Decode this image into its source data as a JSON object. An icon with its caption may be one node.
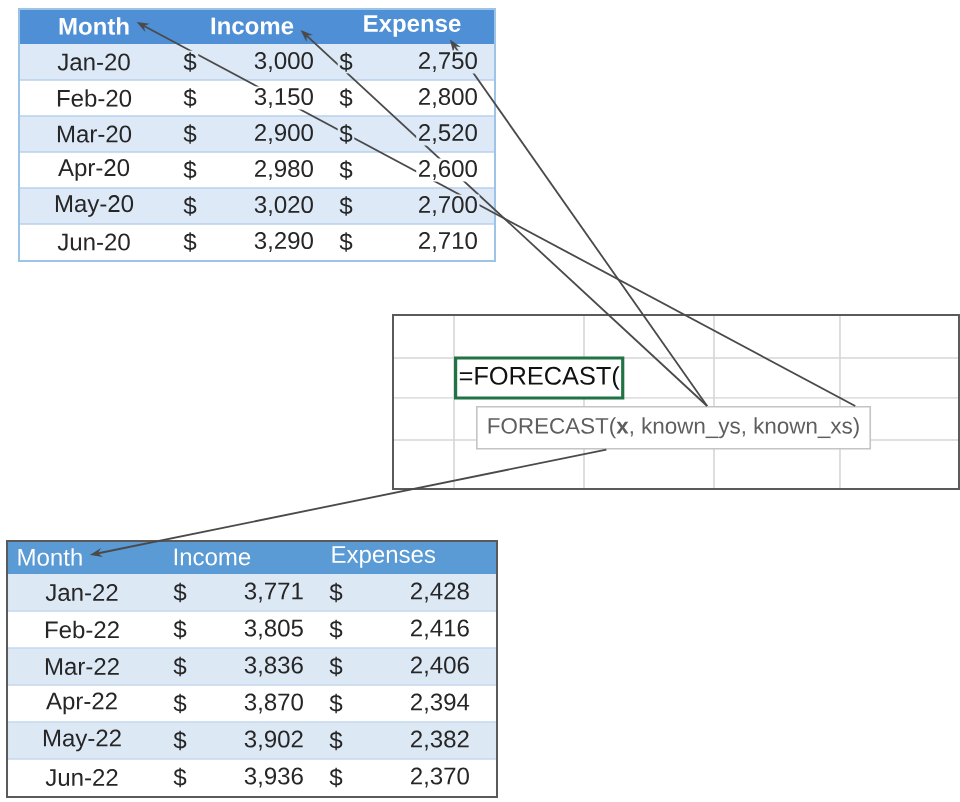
{
  "diagram": {
    "nodes": [
      {
        "text": [],
        "shape": "box"
      },
      {
        "text": [
          "Month"
        ],
        "in": 0
      },
      {
        "text": [
          "Income"
        ],
        "in": 0
      },
      {
        "text": [
          "Expense"
        ],
        "in": 0
      },
      {
        "text": [],
        "shape": "box"
      },
      {
        "text": [
          "=FORECAST("
        ],
        "in": 4
      },
      {
        "text": [
          "FORECAST(**x**, known_ys, known_xs)"
        ],
        "in": 4
      },
      {
        "text": [],
        "shape": "box"
      },
      {
        "text": [
          "Month"
        ],
        "in": 7
      },
      {
        "text": [
          "Income"
        ],
        "in": 7
      },
      {
        "text": [
          "Expenses"
        ],
        "in": 7
      }
    ],
    "edges": [
      {
        "from": 6,
        "to": 1,
        "arrow": "to"
      },
      {
        "from": 6,
        "to": 2,
        "arrow": "to"
      },
      {
        "from": 6,
        "to": 3,
        "arrow": "to"
      },
      {
        "from": 6,
        "to": 8,
        "arrow": "to"
      }
    ],
    "labels": [
      "Jan-20",
      "$",
      "3,000",
      "$",
      "2,750",
      "Feb-20",
      "$",
      "3,150",
      "$",
      "2,800",
      "Mar-20",
      "$",
      "2,900",
      "$",
      "2,520",
      "Apr-20",
      "$",
      "2,980",
      "$",
      "2,600",
      "May-20",
      "$",
      "3,020",
      "$",
      "2,700",
      "Jun-20",
      "$",
      "3,290",
      "$",
      "2,710",
      "Jan-22",
      "$",
      "3,771",
      "$",
      "2,428",
      "Feb-22",
      "$",
      "3,805",
      "$",
      "2,416",
      "Mar-22",
      "$",
      "3,836",
      "$",
      "2,406",
      "Apr-22",
      "$",
      "3,870",
      "$",
      "2,394",
      "May-22",
      "$",
      "3,902",
      "$",
      "2,382",
      "Jun-22",
      "$",
      "3,936",
      "$",
      "2,370"
    ]
  }
}
